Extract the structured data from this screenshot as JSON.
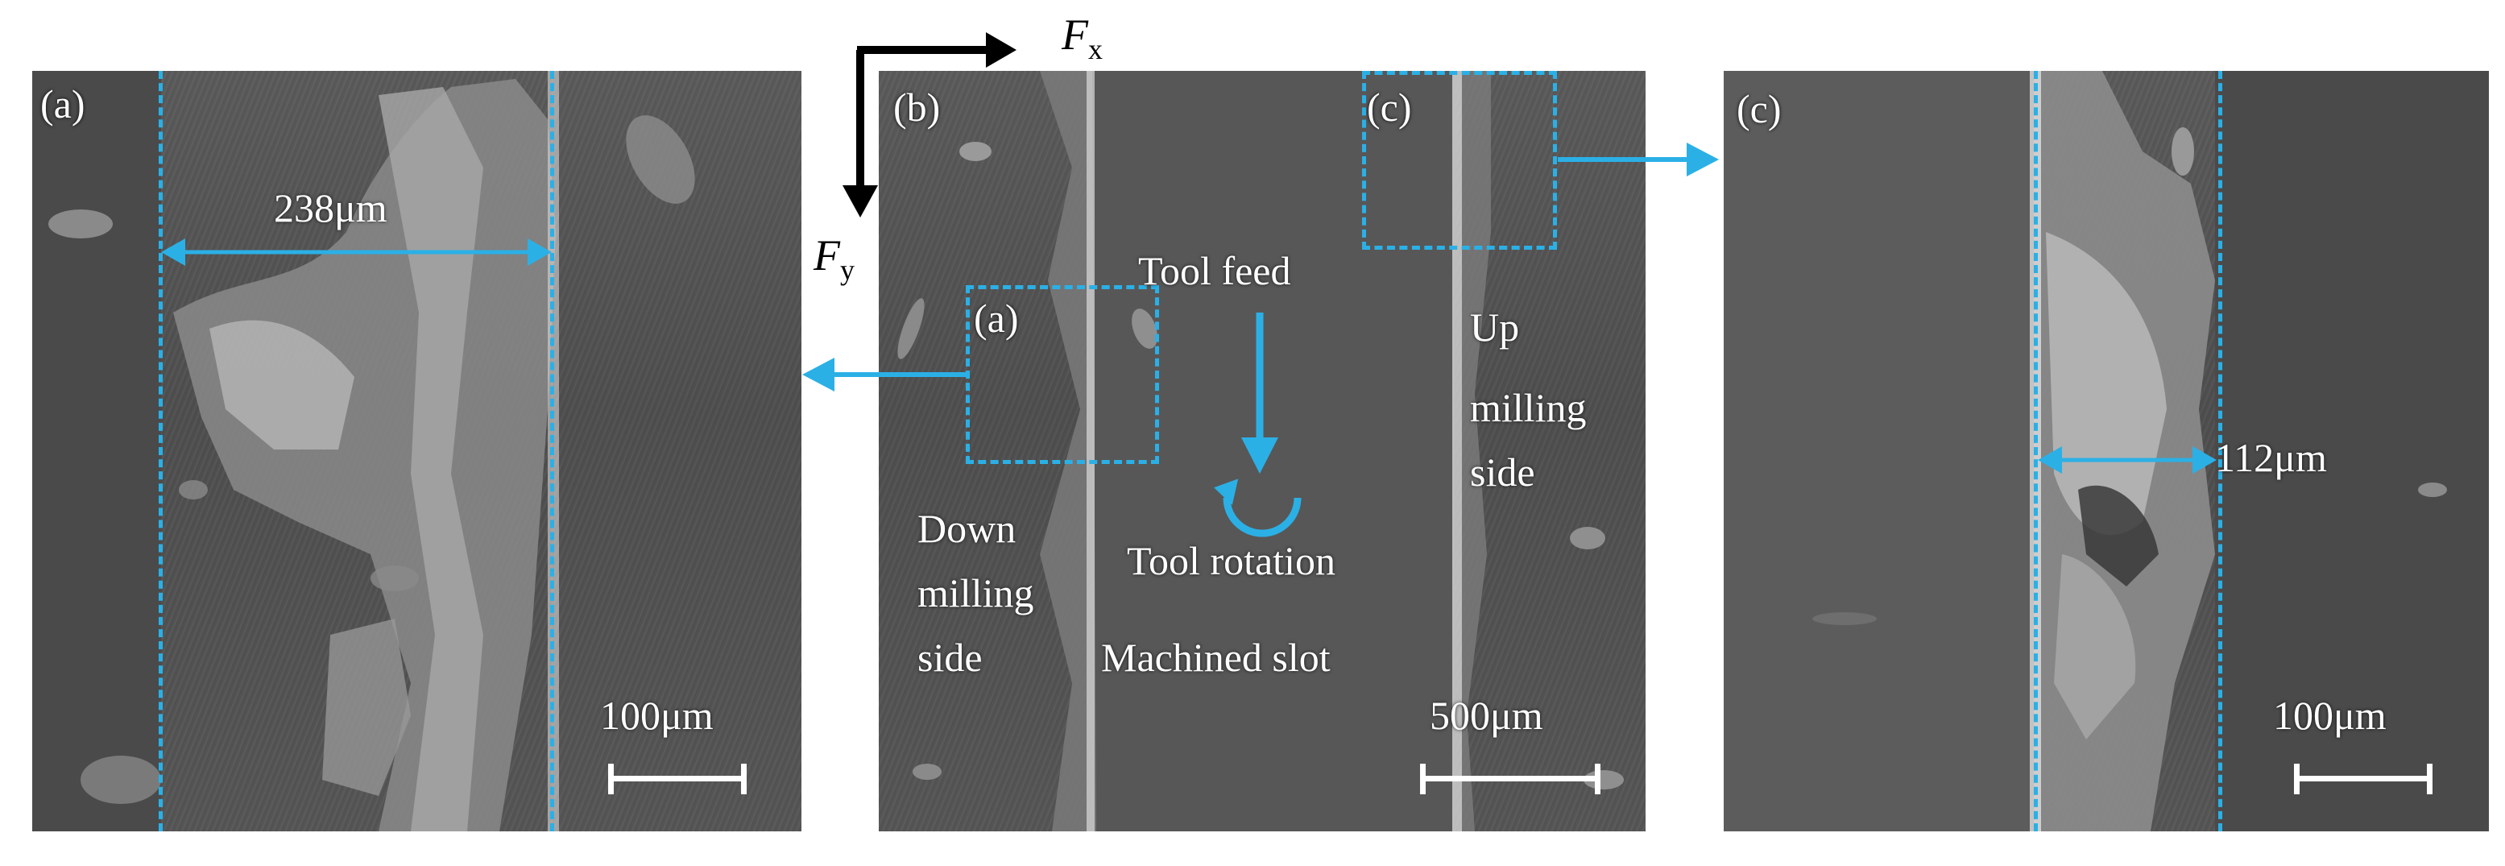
{
  "panels": {
    "a": {
      "tag": "(a)",
      "width_label": "238μm",
      "scale_label": "100μm"
    },
    "b": {
      "tag": "(b)",
      "inset_a_tag": "(a)",
      "inset_c_tag": "(c)",
      "tool_feed": "Tool feed",
      "tool_rotation": "Tool rotation",
      "machined_slot": "Machined slot",
      "down_milling": [
        "Down",
        "milling",
        "side"
      ],
      "up_milling": [
        "Up",
        "milling",
        "side"
      ],
      "scale_label": "500μm"
    },
    "c": {
      "tag": "(c)",
      "width_label": "112μm",
      "scale_label": "100μm"
    }
  },
  "axes": {
    "fx_symbol": "F",
    "fx_sub": "x",
    "fy_symbol": "F",
    "fy_sub": "y"
  },
  "colors": {
    "accent": "#2bb0e6",
    "sem_background": "#555555",
    "text": "#ffffff"
  }
}
